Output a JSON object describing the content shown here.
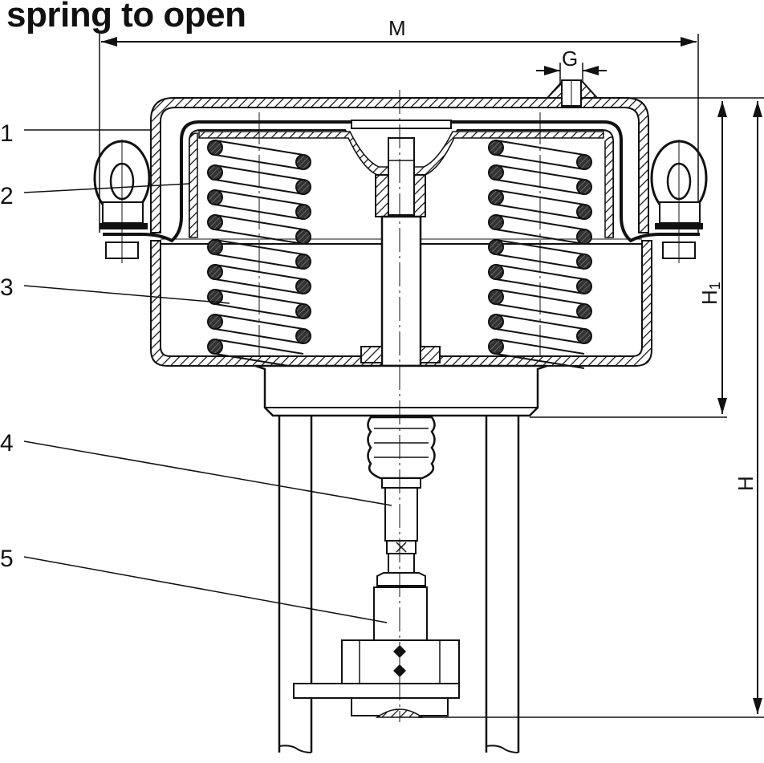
{
  "title": "spring to open",
  "dimensions": {
    "M": "M",
    "G": "G",
    "H1_main": "H",
    "H1_sub": "1",
    "H": "H"
  },
  "callouts": [
    {
      "number": "1",
      "part": "upper-casing"
    },
    {
      "number": "2",
      "part": "diaphragm"
    },
    {
      "number": "3",
      "part": "spring"
    },
    {
      "number": "4",
      "part": "stem"
    },
    {
      "number": "5",
      "part": "stem-connector"
    }
  ],
  "colors": {
    "ink": "#111111",
    "background": "#ffffff"
  }
}
